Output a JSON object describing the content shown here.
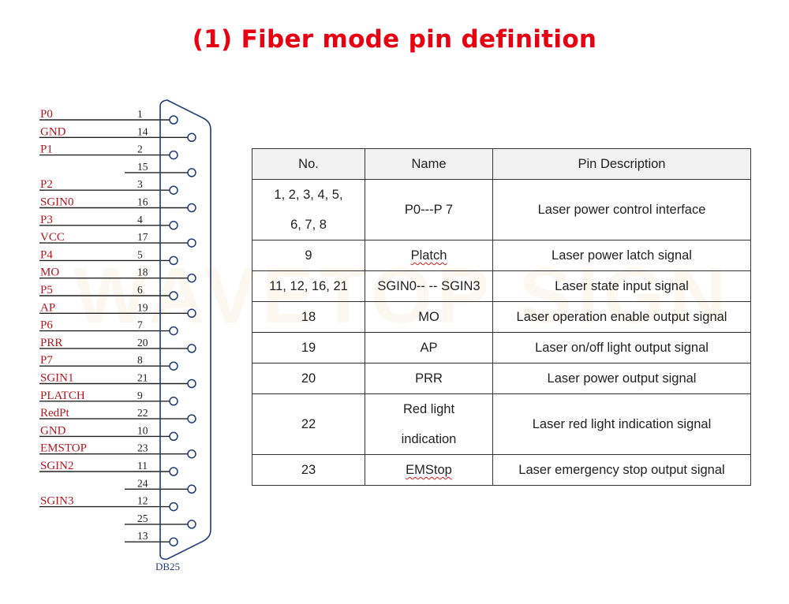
{
  "title": "(1) Fiber mode pin definition",
  "watermark": "WAVETOP SIGN",
  "connector": {
    "label": "DB25",
    "pins": [
      {
        "net": "P0",
        "pin": "1"
      },
      {
        "net": "GND",
        "pin": "14"
      },
      {
        "net": "P1",
        "pin": "2"
      },
      {
        "net": "",
        "pin": "15"
      },
      {
        "net": "P2",
        "pin": "3"
      },
      {
        "net": "SGIN0",
        "pin": "16"
      },
      {
        "net": "P3",
        "pin": "4"
      },
      {
        "net": "VCC",
        "pin": "17"
      },
      {
        "net": "P4",
        "pin": "5"
      },
      {
        "net": "MO",
        "pin": "18"
      },
      {
        "net": "P5",
        "pin": "6"
      },
      {
        "net": "AP",
        "pin": "19"
      },
      {
        "net": "P6",
        "pin": "7"
      },
      {
        "net": "PRR",
        "pin": "20"
      },
      {
        "net": "P7",
        "pin": "8"
      },
      {
        "net": "SGIN1",
        "pin": "21"
      },
      {
        "net": "PLATCH",
        "pin": "9"
      },
      {
        "net": "RedPt",
        "pin": "22"
      },
      {
        "net": "GND",
        "pin": "10"
      },
      {
        "net": "EMSTOP",
        "pin": "23"
      },
      {
        "net": "SGIN2",
        "pin": "11"
      },
      {
        "net": "",
        "pin": "24"
      },
      {
        "net": "SGIN3",
        "pin": "12"
      },
      {
        "net": "",
        "pin": "25"
      },
      {
        "net": "",
        "pin": "13"
      }
    ]
  },
  "table": {
    "headers": [
      "No.",
      "Name",
      "Pin Description"
    ],
    "rows": [
      {
        "no": "1, 2, 3, 4,  5,",
        "no2": "6, 7, 8",
        "name": "P0---P 7",
        "desc": "Laser power control interface"
      },
      {
        "no": "9",
        "name": "Platch",
        "desc": "Laser power latch signal"
      },
      {
        "no": "11, 12, 16,  21",
        "name": "SGIN0-- -- SGIN3",
        "desc": "Laser state input signal"
      },
      {
        "no": "18",
        "name": "MO",
        "desc": "Laser operation enable output signal"
      },
      {
        "no": "19",
        "name": "AP",
        "desc": "Laser on/off light output signal"
      },
      {
        "no": "20",
        "name": "PRR",
        "desc": "Laser power output signal"
      },
      {
        "no": "22",
        "name": "Red light",
        "name2": "indication",
        "desc": "Laser red light indication signal"
      },
      {
        "no": "23",
        "name": "EMStop",
        "desc": "Laser emergency stop output signal"
      }
    ]
  },
  "colors": {
    "title": "#e60012",
    "net_label": "#b0171f",
    "connector_outline": "#1f3a7a",
    "table_border": "#333333",
    "header_bg": "#f2f2f2"
  }
}
